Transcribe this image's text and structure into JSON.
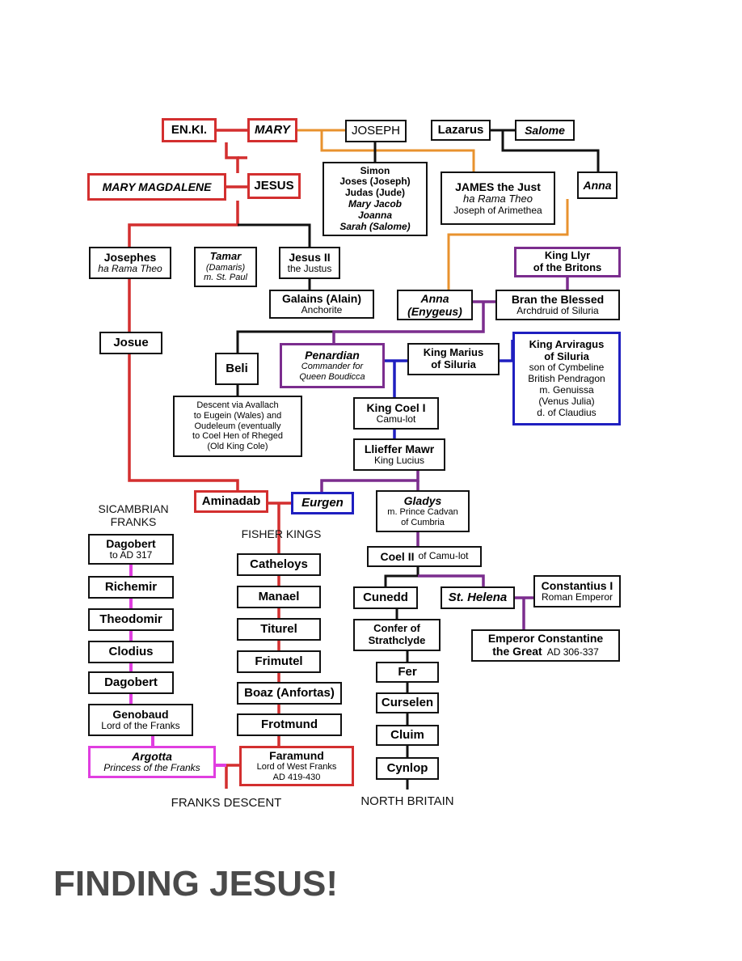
{
  "title": "FINDING JESUS!",
  "colors": {
    "red": "#d32f2f",
    "orange": "#e8922e",
    "black": "#111111",
    "purple": "#7b2d8e",
    "blue": "#1f1fc0",
    "magenta": "#e03ee0",
    "title": "#4a4a4a"
  },
  "nodes": [
    {
      "id": "enki",
      "lines": [
        "EN.KI."
      ]
    },
    {
      "id": "mary",
      "lines": [
        "MARY"
      ]
    },
    {
      "id": "joseph",
      "lines": [
        "JOSEPH"
      ]
    },
    {
      "id": "lazarus",
      "lines": [
        "Lazarus"
      ]
    },
    {
      "id": "salome",
      "lines": [
        "Salome"
      ]
    },
    {
      "id": "mary_magdalene",
      "lines": [
        "MARY MAGDALENE"
      ]
    },
    {
      "id": "jesus",
      "lines": [
        "JESUS"
      ]
    },
    {
      "id": "siblings",
      "lines": [
        "Simon",
        "Joses (Joseph)",
        "Judas (Jude)",
        "Mary Jacob",
        "Joanna",
        "Sarah (Salome)"
      ]
    },
    {
      "id": "james",
      "lines": [
        "JAMES the Just",
        "ha Rama Theo",
        "Joseph of Arimethea"
      ]
    },
    {
      "id": "anna1",
      "lines": [
        "Anna"
      ]
    },
    {
      "id": "josephes",
      "lines": [
        "Josephes",
        "ha Rama Theo"
      ]
    },
    {
      "id": "tamar",
      "lines": [
        "Tamar",
        "(Damaris)",
        "m. St. Paul"
      ]
    },
    {
      "id": "jesus2",
      "lines": [
        "Jesus II",
        "the Justus"
      ]
    },
    {
      "id": "llyr",
      "lines": [
        "King Llyr",
        "of the Britons"
      ]
    },
    {
      "id": "galains",
      "lines": [
        "Galains (Alain)",
        "Anchorite"
      ]
    },
    {
      "id": "anna2",
      "lines": [
        "Anna",
        "(Enygeus)"
      ]
    },
    {
      "id": "bran",
      "lines": [
        "Bran the Blessed",
        "Archdruid of Siluria"
      ]
    },
    {
      "id": "josue",
      "lines": [
        "Josue"
      ]
    },
    {
      "id": "beli",
      "lines": [
        "Beli"
      ]
    },
    {
      "id": "penardian",
      "lines": [
        "Penardian",
        "Commander for",
        "Queen Boudicca"
      ]
    },
    {
      "id": "marius",
      "lines": [
        "King Marius",
        "of Siluria"
      ]
    },
    {
      "id": "arviragus",
      "lines": [
        "King Arviragus",
        "of Siluria",
        "son of Cymbeline",
        "British Pendragon",
        "m. Genuissa",
        "(Venus Julia)",
        "d. of Claudius"
      ]
    },
    {
      "id": "descent",
      "lines": [
        "Descent via Avallach",
        "to Eugein (Wales) and",
        "Oudeleum (eventually",
        "to Coel Hen of Rheged",
        "(Old King Cole)"
      ]
    },
    {
      "id": "coel1",
      "lines": [
        "King Coel I",
        "Camu-lot"
      ]
    },
    {
      "id": "llieffer",
      "lines": [
        "Llieffer Mawr",
        "King Lucius"
      ]
    },
    {
      "id": "aminadab",
      "lines": [
        "Aminadab"
      ]
    },
    {
      "id": "eurgen",
      "lines": [
        "Eurgen"
      ]
    },
    {
      "id": "gladys",
      "lines": [
        "Gladys",
        "m. Prince Cadvan",
        "of Cumbria"
      ]
    },
    {
      "id": "dagobert1",
      "lines": [
        "Dagobert",
        "to AD 317"
      ]
    },
    {
      "id": "coel2",
      "lines": [
        "Coel II",
        "of Camu-lot"
      ]
    },
    {
      "id": "catheloys",
      "lines": [
        "Catheloys"
      ]
    },
    {
      "id": "richemir",
      "lines": [
        "Richemir"
      ]
    },
    {
      "id": "cunedd",
      "lines": [
        "Cunedd"
      ]
    },
    {
      "id": "helena",
      "lines": [
        "St. Helena"
      ]
    },
    {
      "id": "constantius",
      "lines": [
        "Constantius I",
        "Roman Emperor"
      ]
    },
    {
      "id": "manael",
      "lines": [
        "Manael"
      ]
    },
    {
      "id": "theodomir",
      "lines": [
        "Theodomir"
      ]
    },
    {
      "id": "confer",
      "lines": [
        "Confer of",
        "Strathclyde"
      ]
    },
    {
      "id": "titurel",
      "lines": [
        "Titurel"
      ]
    },
    {
      "id": "constantine",
      "lines": [
        "Emperor Constantine",
        "the Great",
        "AD 306-337"
      ]
    },
    {
      "id": "clodius",
      "lines": [
        "Clodius"
      ]
    },
    {
      "id": "frimutel",
      "lines": [
        "Frimutel"
      ]
    },
    {
      "id": "fer",
      "lines": [
        "Fer"
      ]
    },
    {
      "id": "dagobert2",
      "lines": [
        "Dagobert"
      ]
    },
    {
      "id": "boaz",
      "lines": [
        "Boaz (Anfortas)"
      ]
    },
    {
      "id": "curselen",
      "lines": [
        "Curselen"
      ]
    },
    {
      "id": "genobaud",
      "lines": [
        "Genobaud",
        "Lord of the Franks"
      ]
    },
    {
      "id": "frotmund",
      "lines": [
        "Frotmund"
      ]
    },
    {
      "id": "cluim",
      "lines": [
        "Cluim"
      ]
    },
    {
      "id": "argotta",
      "lines": [
        "Argotta",
        "Princess of the Franks"
      ]
    },
    {
      "id": "faramund",
      "lines": [
        "Faramund",
        "Lord of West Franks",
        "AD 419-430"
      ]
    },
    {
      "id": "cynlop",
      "lines": [
        "Cynlop"
      ]
    }
  ],
  "labels": [
    {
      "id": "sicambrian",
      "lines": [
        "SICAMBRIAN",
        "FRANKS"
      ]
    },
    {
      "id": "fisher_kings",
      "lines": [
        "FISHER KINGS"
      ]
    },
    {
      "id": "franks_descent",
      "lines": [
        "FRANKS DESCENT"
      ]
    },
    {
      "id": "north_britain",
      "lines": [
        "NORTH BRITAIN"
      ]
    }
  ]
}
